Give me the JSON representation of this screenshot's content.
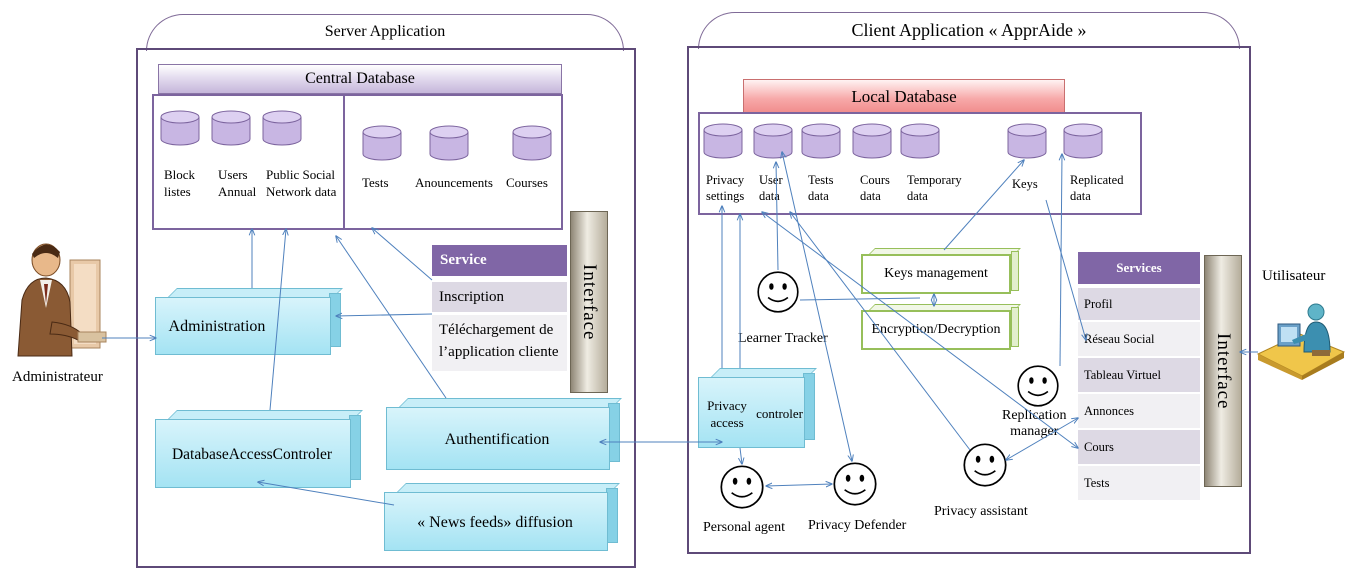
{
  "server": {
    "title": "Server Application",
    "central_db": "Central Database",
    "db_left": [
      {
        "label1": "Block",
        "label2": "listes"
      },
      {
        "label1": "Users",
        "label2": "Annual"
      },
      {
        "label1": "Public Social",
        "label2": "Network data"
      }
    ],
    "db_right": [
      "Tests",
      "Anouncements",
      "Courses"
    ],
    "service": {
      "header": "Service",
      "rows": [
        "Inscription",
        "Téléchargement de",
        "l’application cliente"
      ]
    },
    "interface": "Interface",
    "modules": {
      "administration": "Administration",
      "dbac": "DatabaseAccessControler",
      "auth": "Authentification",
      "news": "« News feeds» diffusion"
    }
  },
  "admin_label": "Administrateur",
  "client": {
    "title": "Client Application « ApprAide »",
    "local_db": "Local Database",
    "dbs": [
      {
        "l1": "Privacy",
        "l2": "settings"
      },
      {
        "l1": "User",
        "l2": "data"
      },
      {
        "l1": "Tests",
        "l2": "data"
      },
      {
        "l1": "Cours",
        "l2": "data"
      },
      {
        "l1": "Temporary",
        "l2": "data"
      },
      {
        "l1": "Keys",
        "l2": ""
      },
      {
        "l1": "Replicated",
        "l2": "data"
      }
    ],
    "keys_mgmt": "Keys management",
    "encryption": "Encryption/Decryption",
    "agents": {
      "learner_tracker": "Learner Tracker",
      "replication_1": "Replication",
      "replication_2": "manager",
      "personal_agent": "Personal agent",
      "privacy_defender": "Privacy Defender",
      "privacy_assistant": "Privacy assistant"
    },
    "pac_1": "Privacy access",
    "pac_2": "controler",
    "services": {
      "header": "Services",
      "rows": [
        "Profil",
        "Réseau Social",
        "Tableau Virtuel",
        "Annonces",
        "Cours",
        "Tests"
      ]
    },
    "interface": "Interface"
  },
  "user_label": "Utilisateur"
}
